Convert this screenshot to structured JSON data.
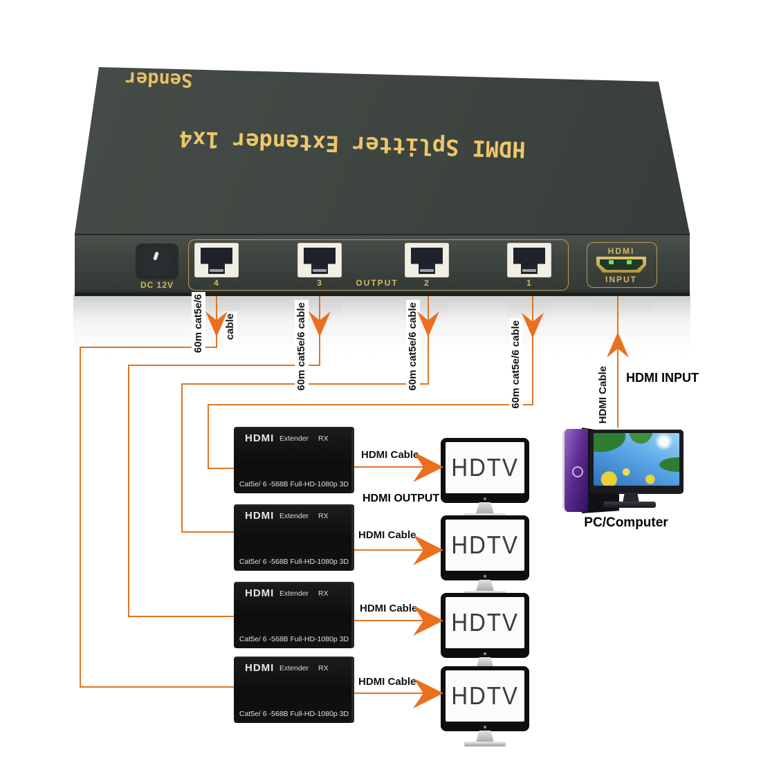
{
  "device": {
    "top_label": "Sender",
    "title": "HDMI Splitter Extender 1x4",
    "dc_label": "DC 12V",
    "output_label": "OUTPUT",
    "ports": [
      "4",
      "3",
      "2",
      "1"
    ],
    "hdmi_port_top": "HDMI",
    "hdmi_port_bottom": "INPUT"
  },
  "labels": {
    "cat_full": "60m cat5e/6 cable",
    "cat_line1": "60m cat5e/6",
    "cat_line2": "cable",
    "hdmi_cable": "HDMI Cable",
    "hdmi_input": "HDMI INPUT",
    "hdmi_output": "HDMI OUTPUT"
  },
  "receiver": {
    "brand": "HDMI",
    "type": "Extender",
    "mode": "RX",
    "spec": "Cat5e/ 6 -568B  Full-HD-1080p 3D"
  },
  "tv": {
    "label": "HDTV"
  },
  "pc": {
    "label": "PC/Computer"
  },
  "colors": {
    "accent_orange": "#E4741F",
    "gold_text": "#E6C066",
    "device_body": "#3E443F",
    "receiver_body": "#0B0D0E"
  }
}
